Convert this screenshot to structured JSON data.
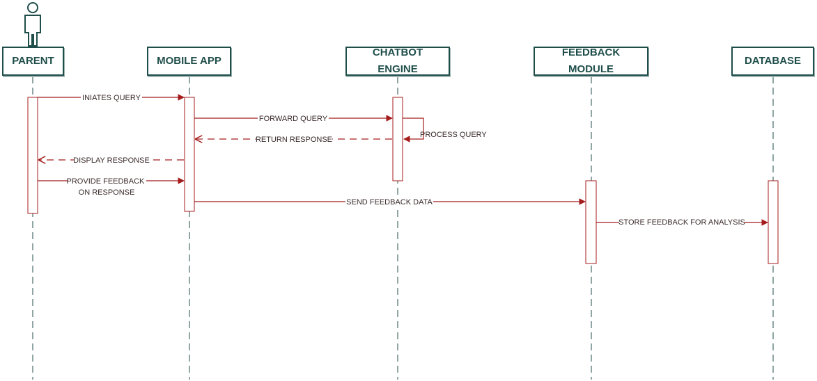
{
  "colors": {
    "participant_border": "#1f4e4a",
    "lifeline": "#1f4e4a",
    "message": "#a51c1c",
    "activation": "#a51c1c"
  },
  "actor_icon": "person-icon",
  "participants": [
    {
      "id": "parent",
      "label": "PARENT"
    },
    {
      "id": "mobile_app",
      "label": "MOBILE APP"
    },
    {
      "id": "chatbot_engine",
      "label": "CHATBOT\nENGINE"
    },
    {
      "id": "feedback_module",
      "label": "FEEDBACK\nMODULE"
    },
    {
      "id": "database",
      "label": "DATABASE"
    }
  ],
  "messages": [
    {
      "from": "parent",
      "to": "mobile_app",
      "label": "INIATES QUERY",
      "style": "solid"
    },
    {
      "from": "mobile_app",
      "to": "chatbot_engine",
      "label": "FORWARD QUERY",
      "style": "solid"
    },
    {
      "from": "chatbot_engine",
      "to": "chatbot_engine",
      "label": "PROCESS QUERY",
      "style": "self"
    },
    {
      "from": "chatbot_engine",
      "to": "mobile_app",
      "label": "RETURN RESPONSE",
      "style": "dashed"
    },
    {
      "from": "mobile_app",
      "to": "parent",
      "label": "DISPLAY RESPONSE",
      "style": "dashed"
    },
    {
      "from": "parent",
      "to": "mobile_app",
      "label": "PROVIDE FEEDBACK\nON RESPONSE",
      "style": "solid"
    },
    {
      "from": "mobile_app",
      "to": "feedback_module",
      "label": "SEND FEEDBACK DATA",
      "style": "solid"
    },
    {
      "from": "feedback_module",
      "to": "database",
      "label": "STORE FEEDBACK FOR ANALYSIS",
      "style": "solid"
    }
  ]
}
